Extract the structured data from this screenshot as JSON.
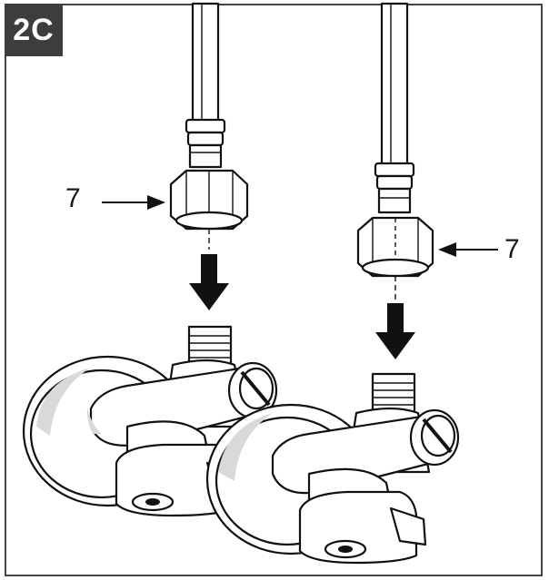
{
  "step": {
    "label": "2C"
  },
  "callouts": [
    {
      "id": "left",
      "label": "7"
    },
    {
      "id": "right",
      "label": "7"
    }
  ],
  "colors": {
    "line": "#111111",
    "badge": "#3d3d3d",
    "background": "#ffffff"
  }
}
